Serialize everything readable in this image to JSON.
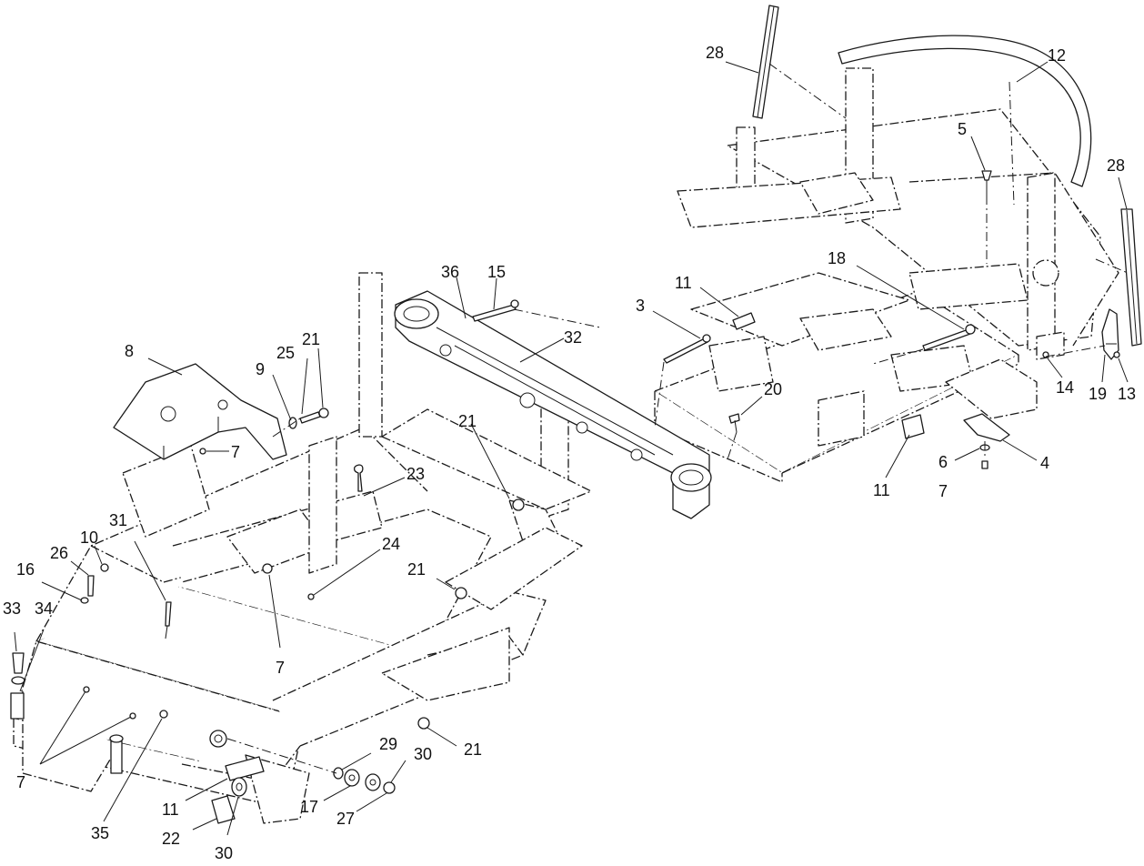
{
  "callouts": [
    {
      "label": "28"
    },
    {
      "label": "12"
    },
    {
      "label": "5"
    },
    {
      "label": "28"
    },
    {
      "label": "36"
    },
    {
      "label": "15"
    },
    {
      "label": "11"
    },
    {
      "label": "18"
    },
    {
      "label": "3"
    },
    {
      "label": "32"
    },
    {
      "label": "8"
    },
    {
      "label": "25"
    },
    {
      "label": "21"
    },
    {
      "label": "9"
    },
    {
      "label": "20"
    },
    {
      "label": "14"
    },
    {
      "label": "19"
    },
    {
      "label": "13"
    },
    {
      "label": "6"
    },
    {
      "label": "4"
    },
    {
      "label": "11"
    },
    {
      "label": "7"
    },
    {
      "label": "7"
    },
    {
      "label": "23"
    },
    {
      "label": "21"
    },
    {
      "label": "31"
    },
    {
      "label": "10"
    },
    {
      "label": "26"
    },
    {
      "label": "24"
    },
    {
      "label": "16"
    },
    {
      "label": "21"
    },
    {
      "label": "33"
    },
    {
      "label": "34"
    },
    {
      "label": "7"
    },
    {
      "label": "7"
    },
    {
      "label": "29"
    },
    {
      "label": "30"
    },
    {
      "label": "21"
    },
    {
      "label": "17"
    },
    {
      "label": "27"
    },
    {
      "label": "11"
    },
    {
      "label": "35"
    },
    {
      "label": "22"
    },
    {
      "label": "30"
    }
  ]
}
